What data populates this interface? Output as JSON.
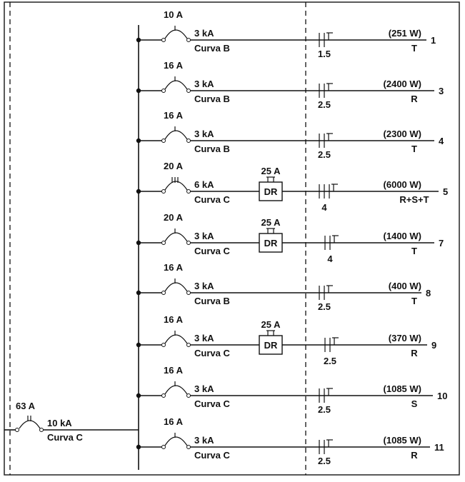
{
  "main_breaker": {
    "rating": "63 A",
    "icc": "10 kA",
    "curve": "Curva C"
  },
  "circuits": [
    {
      "rating": "10 A",
      "icc": "3 kA",
      "curve": "Curva B",
      "rcd": null,
      "section": "1.5",
      "poles": 2,
      "load": "(251 W)",
      "phase": "T",
      "number": "1"
    },
    {
      "rating": "16 A",
      "icc": "3 kA",
      "curve": "Curva B",
      "rcd": null,
      "section": "2.5",
      "poles": 2,
      "load": "(2400 W)",
      "phase": "R",
      "number": "3"
    },
    {
      "rating": "16 A",
      "icc": "3 kA",
      "curve": "Curva B",
      "rcd": null,
      "section": "2.5",
      "poles": 2,
      "load": "(2300 W)",
      "phase": "T",
      "number": "4"
    },
    {
      "rating": "20 A",
      "icc": "6 kA",
      "curve": "Curva C",
      "rcd": {
        "rating": "25 A",
        "label": "DR"
      },
      "section": "4",
      "poles": 3,
      "load": "(6000 W)",
      "phase": "R+S+T",
      "number": "5"
    },
    {
      "rating": "20 A",
      "icc": "3 kA",
      "curve": "Curva C",
      "rcd": {
        "rating": "25 A",
        "label": "DR"
      },
      "section": "4",
      "poles": 2,
      "load": "(1400 W)",
      "phase": "T",
      "number": "7"
    },
    {
      "rating": "16 A",
      "icc": "3 kA",
      "curve": "Curva B",
      "rcd": null,
      "section": "2.5",
      "poles": 2,
      "load": "(400 W)",
      "phase": "T",
      "number": "8"
    },
    {
      "rating": "16 A",
      "icc": "3 kA",
      "curve": "Curva C",
      "rcd": {
        "rating": "25 A",
        "label": "DR"
      },
      "section": "2.5",
      "poles": 2,
      "load": "(370 W)",
      "phase": "R",
      "number": "9"
    },
    {
      "rating": "16 A",
      "icc": "3 kA",
      "curve": "Curva C",
      "rcd": null,
      "section": "2.5",
      "poles": 2,
      "load": "(1085 W)",
      "phase": "S",
      "number": "10"
    },
    {
      "rating": "16 A",
      "icc": "3 kA",
      "curve": "Curva C",
      "rcd": null,
      "section": "2.5",
      "poles": 2,
      "load": "(1085 W)",
      "phase": "R",
      "number": "11"
    }
  ]
}
